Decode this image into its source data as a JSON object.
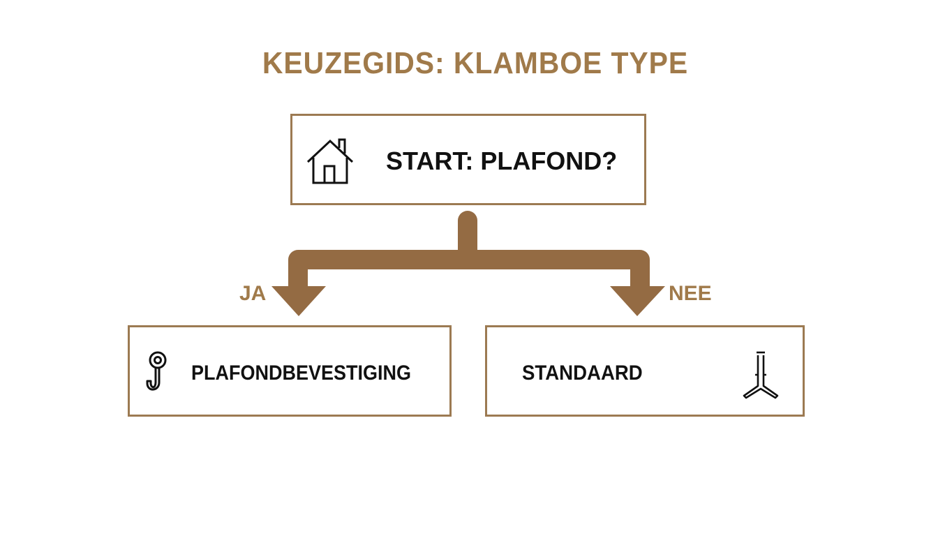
{
  "title": "KEUZEGIDS: KLAMBOE TYPE",
  "colors": {
    "accent": "#a07a4a",
    "arrow": "#946b43",
    "border": "#9c7a52",
    "text": "#111111"
  },
  "start": {
    "label": "START: PLAFOND?",
    "icon": "house-icon"
  },
  "branches": {
    "yes": {
      "label": "JA",
      "result": "PLAFONDBEVESTIGING",
      "icon": "ceiling-hook-icon"
    },
    "no": {
      "label": "NEE",
      "result": "STANDAARD",
      "icon": "stand-icon"
    }
  }
}
